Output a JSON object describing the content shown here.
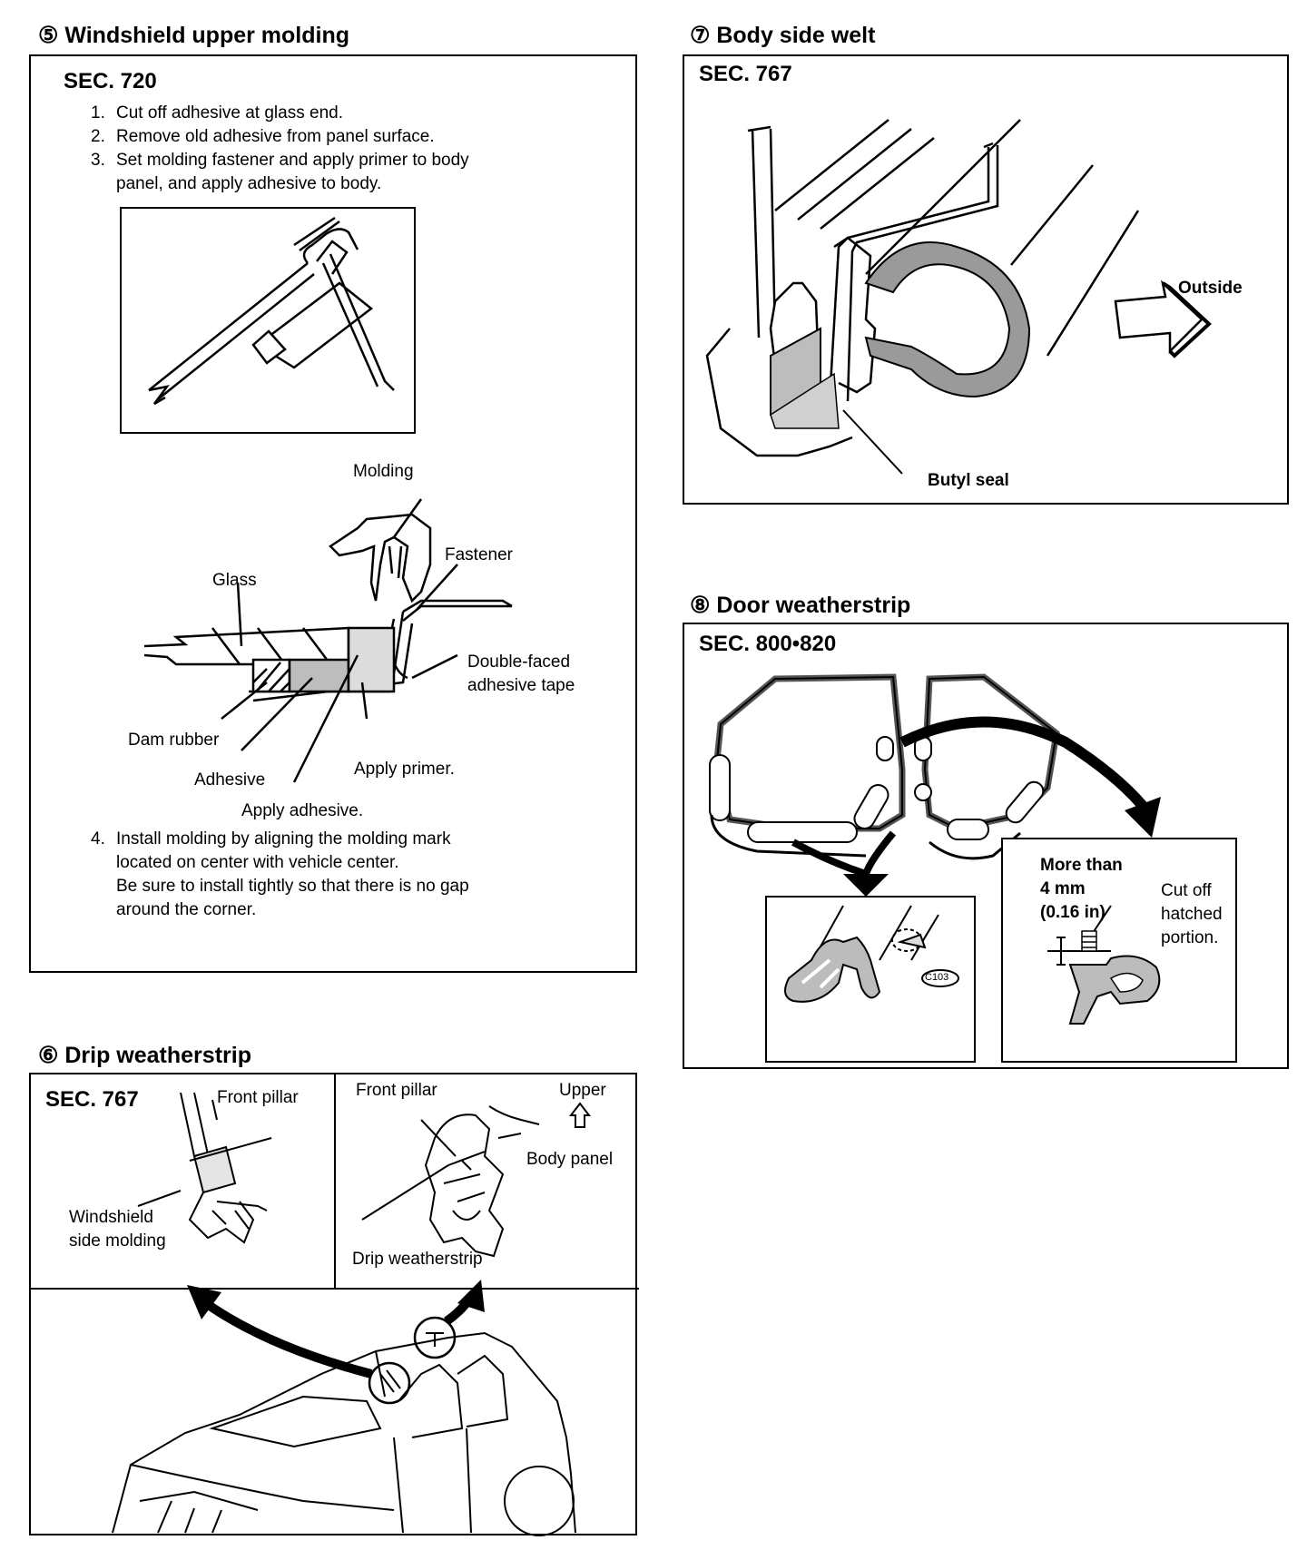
{
  "s5": {
    "title": "⑤ Windshield upper molding",
    "sec": "SEC. 720",
    "steps": [
      {
        "n": "1.",
        "t": "Cut off adhesive at glass end."
      },
      {
        "n": "2.",
        "t": "Remove old adhesive from panel surface."
      },
      {
        "n": "3.",
        "t": "Set molding fastener and apply primer to body",
        "t2": "panel, and apply adhesive to body."
      }
    ],
    "labels": {
      "molding": "Molding",
      "fastener": "Fastener",
      "glass": "Glass",
      "tape1": "Double-faced",
      "tape2": "adhesive tape",
      "dam": "Dam rubber",
      "adhesive": "Adhesive",
      "primer": "Apply primer.",
      "apply_adh": "Apply adhesive."
    },
    "step4": {
      "n": "4.",
      "l1": "Install molding by aligning the molding mark",
      "l2": "located on center with vehicle center.",
      "l3": "Be sure to install tightly so that there is no gap",
      "l4": "around the corner."
    }
  },
  "s6": {
    "title": "⑥ Drip weatherstrip",
    "sec": "SEC. 767",
    "labels": {
      "front_pillar_l": "Front pillar",
      "ws_side1": "Windshield",
      "ws_side2": "side molding",
      "front_pillar_r": "Front pillar",
      "upper": "Upper",
      "body_panel": "Body panel",
      "drip": "Drip weatherstrip"
    }
  },
  "s7": {
    "title": "⑦ Body side welt",
    "sec": "SEC. 767",
    "labels": {
      "outside": "Outside",
      "butyl": "Butyl seal"
    }
  },
  "s8": {
    "title": "⑧ Door weatherstrip",
    "sec": "SEC. 800•820",
    "labels": {
      "more1": "More than",
      "more2": "4 mm",
      "more3": "(0.16 in)",
      "cut1": "Cut off",
      "cut2": "hatched",
      "cut3": "portion.",
      "c103": "C103"
    }
  }
}
